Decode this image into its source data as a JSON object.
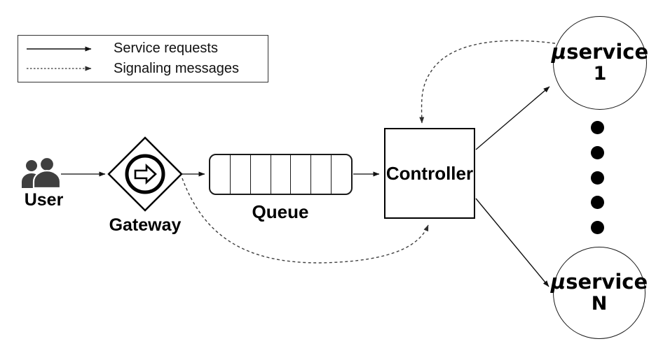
{
  "legend": {
    "items": [
      {
        "id": "service-requests",
        "label": "Service requests",
        "line_style": "solid"
      },
      {
        "id": "signaling-messages",
        "label": "Signaling messages",
        "line_style": "dashed"
      }
    ]
  },
  "nodes": {
    "user": {
      "label": "User"
    },
    "gateway": {
      "label": "Gateway"
    },
    "queue": {
      "label": "Queue",
      "slot_count": 7
    },
    "controller": {
      "label": "Controller"
    },
    "microservice_first": {
      "mu": "μ",
      "name": "service",
      "index": "1"
    },
    "microservice_last": {
      "mu": "μ",
      "name": "service",
      "index": "N"
    }
  },
  "ellipsis": {
    "dot_count": 5
  },
  "edges": [
    {
      "from": "user",
      "to": "gateway",
      "type": "service-request"
    },
    {
      "from": "gateway",
      "to": "queue",
      "type": "service-request"
    },
    {
      "from": "queue",
      "to": "controller",
      "type": "service-request"
    },
    {
      "from": "controller",
      "to": "microservice-1",
      "type": "service-request"
    },
    {
      "from": "controller",
      "to": "microservice-N",
      "type": "service-request"
    },
    {
      "from": "gateway",
      "to": "controller",
      "type": "signaling"
    },
    {
      "from": "microservice-1",
      "to": "controller",
      "type": "signaling"
    }
  ],
  "colors": {
    "line": "#1a1a1a",
    "signal_line": "#3f3f3f",
    "user_icon": "#3f3f3f",
    "background": "#ffffff"
  }
}
